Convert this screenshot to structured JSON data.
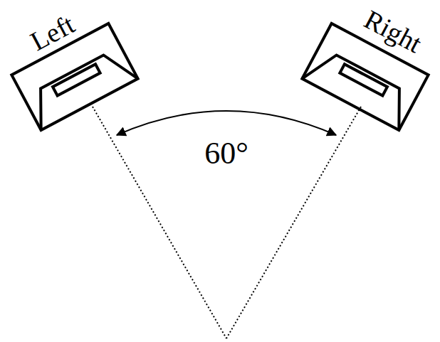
{
  "diagram": {
    "labels": [
      "Left",
      "Right",
      "60°"
    ]
  }
}
